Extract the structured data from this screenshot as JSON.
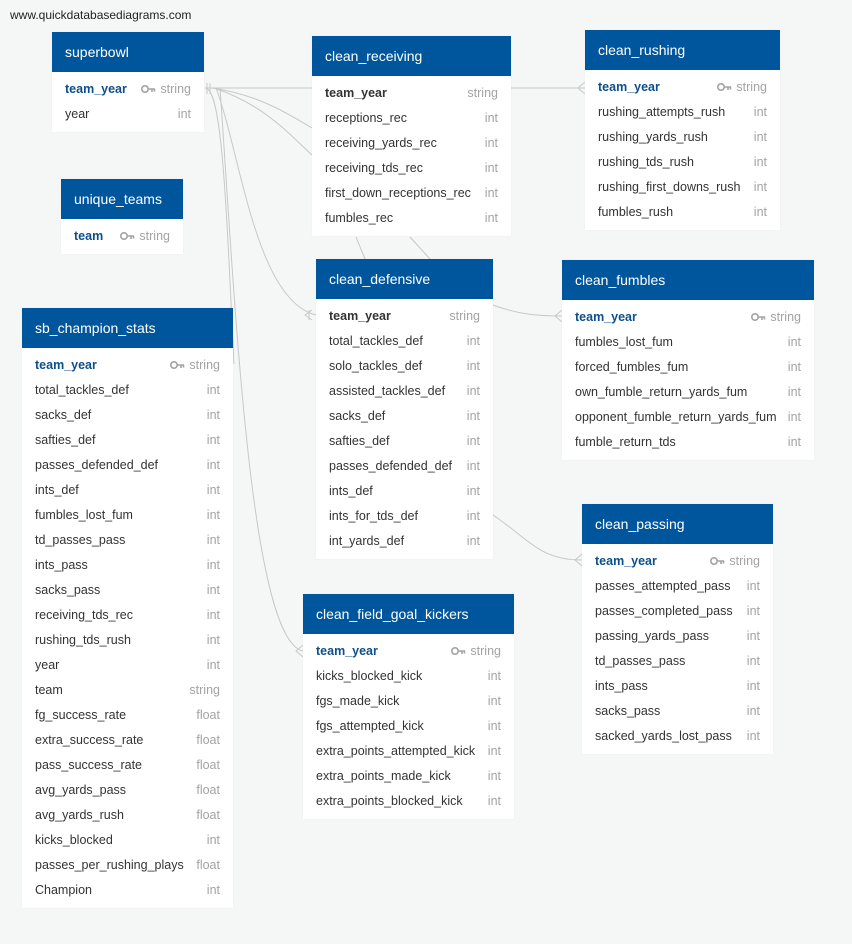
{
  "watermark": "www.quickdatabasediagrams.com",
  "colors": {
    "header_bg": "#00569d",
    "header_text": "#ffffff",
    "pk_text": "#0d4f8b",
    "type_text": "#a3a3a3",
    "canvas": "#f5f6f6",
    "line": "#c8c8c8"
  },
  "tables": [
    {
      "id": "superbowl",
      "name": "superbowl",
      "fields": [
        {
          "name": "team_year",
          "type": "string",
          "pk": true
        },
        {
          "name": "year",
          "type": "int"
        }
      ]
    },
    {
      "id": "unique_teams",
      "name": "unique_teams",
      "fields": [
        {
          "name": "team",
          "type": "string",
          "pk": true
        }
      ]
    },
    {
      "id": "sb_champion_stats",
      "name": "sb_champion_stats",
      "fields": [
        {
          "name": "team_year",
          "type": "string",
          "pk": true
        },
        {
          "name": "total_tackles_def",
          "type": "int"
        },
        {
          "name": "sacks_def",
          "type": "int"
        },
        {
          "name": "safties_def",
          "type": "int"
        },
        {
          "name": "passes_defended_def",
          "type": "int"
        },
        {
          "name": "ints_def",
          "type": "int"
        },
        {
          "name": "fumbles_lost_fum",
          "type": "int"
        },
        {
          "name": "td_passes_pass",
          "type": "int"
        },
        {
          "name": "ints_pass",
          "type": "int"
        },
        {
          "name": "sacks_pass",
          "type": "int"
        },
        {
          "name": "receiving_tds_rec",
          "type": "int"
        },
        {
          "name": "rushing_tds_rush",
          "type": "int"
        },
        {
          "name": "year",
          "type": "int"
        },
        {
          "name": "team",
          "type": "string"
        },
        {
          "name": "fg_success_rate",
          "type": "float"
        },
        {
          "name": "extra_success_rate",
          "type": "float"
        },
        {
          "name": "pass_success_rate",
          "type": "float"
        },
        {
          "name": "avg_yards_pass",
          "type": "float"
        },
        {
          "name": "avg_yards_rush",
          "type": "float"
        },
        {
          "name": "kicks_blocked",
          "type": "int"
        },
        {
          "name": "passes_per_rushing_plays",
          "type": "float"
        },
        {
          "name": "Champion",
          "type": "int"
        }
      ]
    },
    {
      "id": "clean_receiving",
      "name": "clean_receiving",
      "fields": [
        {
          "name": "team_year",
          "type": "string",
          "bold": true
        },
        {
          "name": "receptions_rec",
          "type": "int"
        },
        {
          "name": "receiving_yards_rec",
          "type": "int"
        },
        {
          "name": "receiving_tds_rec",
          "type": "int"
        },
        {
          "name": "first_down_receptions_rec",
          "type": "int"
        },
        {
          "name": "fumbles_rec",
          "type": "int"
        }
      ]
    },
    {
      "id": "clean_defensive",
      "name": "clean_defensive",
      "fields": [
        {
          "name": "team_year",
          "type": "string",
          "bold": true
        },
        {
          "name": "total_tackles_def",
          "type": "int"
        },
        {
          "name": "solo_tackles_def",
          "type": "int"
        },
        {
          "name": "assisted_tackles_def",
          "type": "int"
        },
        {
          "name": "sacks_def",
          "type": "int"
        },
        {
          "name": "safties_def",
          "type": "int"
        },
        {
          "name": "passes_defended_def",
          "type": "int"
        },
        {
          "name": "ints_def",
          "type": "int"
        },
        {
          "name": "ints_for_tds_def",
          "type": "int"
        },
        {
          "name": "int_yards_def",
          "type": "int"
        }
      ]
    },
    {
      "id": "clean_field_goal_kickers",
      "name": "clean_field_goal_kickers",
      "fields": [
        {
          "name": "team_year",
          "type": "string",
          "pk": true
        },
        {
          "name": "kicks_blocked_kick",
          "type": "int"
        },
        {
          "name": "fgs_made_kick",
          "type": "int"
        },
        {
          "name": "fgs_attempted_kick",
          "type": "int"
        },
        {
          "name": "extra_points_attempted_kick",
          "type": "int"
        },
        {
          "name": "extra_points_made_kick",
          "type": "int"
        },
        {
          "name": "extra_points_blocked_kick",
          "type": "int"
        }
      ]
    },
    {
      "id": "clean_rushing",
      "name": "clean_rushing",
      "fields": [
        {
          "name": "team_year",
          "type": "string",
          "pk": true
        },
        {
          "name": "rushing_attempts_rush",
          "type": "int"
        },
        {
          "name": "rushing_yards_rush",
          "type": "int"
        },
        {
          "name": "rushing_tds_rush",
          "type": "int"
        },
        {
          "name": "rushing_first_downs_rush",
          "type": "int"
        },
        {
          "name": "fumbles_rush",
          "type": "int"
        }
      ]
    },
    {
      "id": "clean_fumbles",
      "name": "clean_fumbles",
      "fields": [
        {
          "name": "team_year",
          "type": "string",
          "pk": true
        },
        {
          "name": "fumbles_lost_fum",
          "type": "int"
        },
        {
          "name": "forced_fumbles_fum",
          "type": "int"
        },
        {
          "name": "own_fumble_return_yards_fum",
          "type": "int"
        },
        {
          "name": "opponent_fumble_return_yards_fum",
          "type": "int"
        },
        {
          "name": "fumble_return_tds",
          "type": "int"
        }
      ]
    },
    {
      "id": "clean_passing",
      "name": "clean_passing",
      "fields": [
        {
          "name": "team_year",
          "type": "string",
          "pk": true
        },
        {
          "name": "passes_attempted_pass",
          "type": "int"
        },
        {
          "name": "passes_completed_pass",
          "type": "int"
        },
        {
          "name": "passing_yards_pass",
          "type": "int"
        },
        {
          "name": "td_passes_pass",
          "type": "int"
        },
        {
          "name": "ints_pass",
          "type": "int"
        },
        {
          "name": "sacks_pass",
          "type": "int"
        },
        {
          "name": "sacked_yards_lost_pass",
          "type": "int"
        }
      ]
    }
  ]
}
